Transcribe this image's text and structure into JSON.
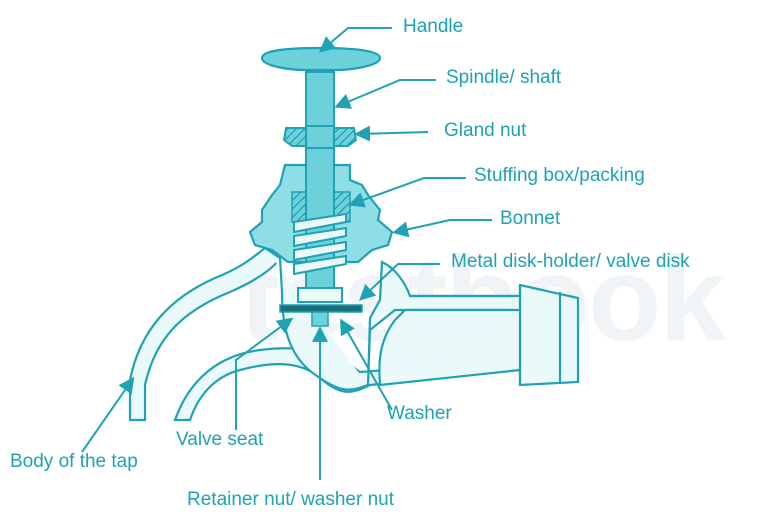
{
  "watermark": "testbook",
  "colors": {
    "label": "#1ea2b4",
    "outline": "#1ea2b4",
    "fill_light": "#e4f7f8",
    "fill_metal": "#6cd1db",
    "hatch": "#1ea2b4"
  },
  "labels": {
    "handle": "Handle",
    "spindle": "Spindle/ shaft",
    "gland_nut": "Gland nut",
    "stuffing_box": "Stuffing box/packing",
    "bonnet": "Bonnet",
    "disk_holder": "Metal disk-holder/ valve disk",
    "washer": "Washer",
    "valve_seat": "Valve seat",
    "body": "Body of the tap",
    "retainer_nut": "Retainer nut/ washer nut"
  }
}
